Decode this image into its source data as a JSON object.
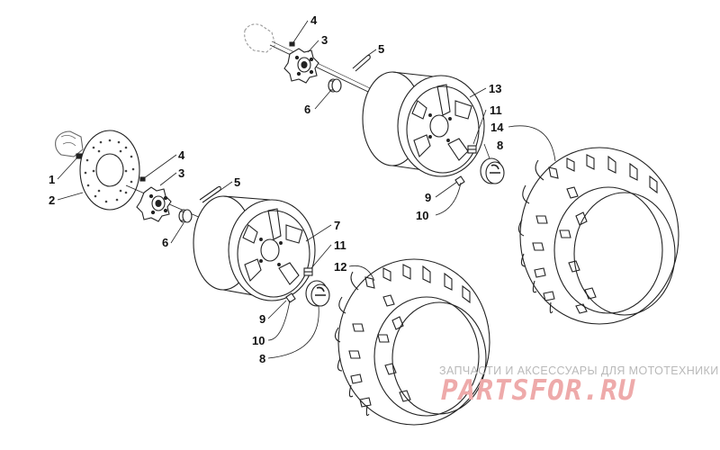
{
  "callouts": {
    "c1": "1",
    "c2": "2",
    "c3a": "3",
    "c3b": "3",
    "c4a": "4",
    "c4b": "4",
    "c5a": "5",
    "c5b": "5",
    "c6a": "6",
    "c6b": "6",
    "c7": "7",
    "c8a": "8",
    "c8b": "8",
    "c9a": "9",
    "c9b": "9",
    "c10a": "10",
    "c10b": "10",
    "c11a": "11",
    "c11b": "11",
    "c12": "12",
    "c13": "13",
    "c14": "14"
  },
  "watermark": {
    "caption": "ЗАПЧАСТИ И АКСЕССУАРЫ ДЛЯ МОТОТЕХНИКИ",
    "logo": "PARTSFOR.RU"
  },
  "colors": {
    "line": "#222222",
    "watermark_logo": "#eeaaaa",
    "watermark_text": "#b9b9b9"
  }
}
